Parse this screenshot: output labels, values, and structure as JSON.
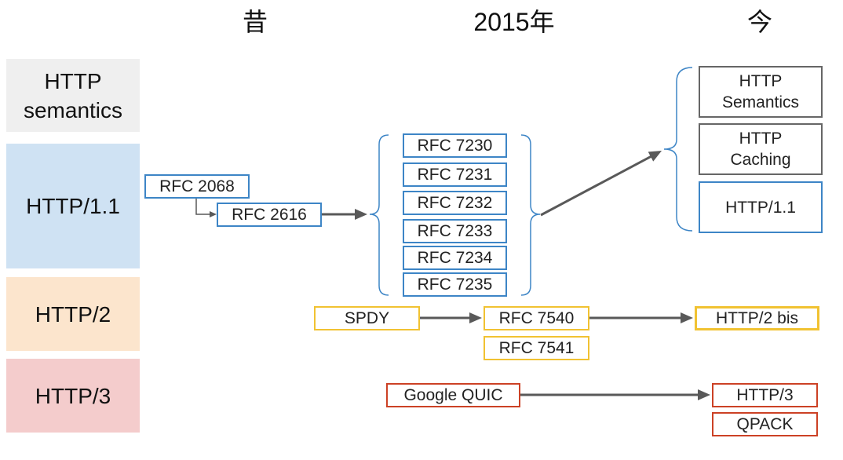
{
  "columns": {
    "past": "昔",
    "year": "2015年",
    "now": "今"
  },
  "rows": {
    "semantics": {
      "line1": "HTTP",
      "line2": "semantics"
    },
    "http11": "HTTP/1.1",
    "http2": "HTTP/2",
    "http3": "HTTP/3"
  },
  "http11": {
    "past": [
      "RFC 2068",
      "RFC 2616"
    ],
    "rfc_2015": [
      "RFC 7230",
      "RFC 7231",
      "RFC 7232",
      "RFC 7233",
      "RFC 7234",
      "RFC 7235"
    ],
    "now": {
      "semantics": {
        "line1": "HTTP",
        "line2": "Semantics"
      },
      "caching": {
        "line1": "HTTP",
        "line2": "Caching"
      },
      "core": "HTTP/1.1"
    }
  },
  "http2": {
    "origin": "SPDY",
    "rfc_2015": [
      "RFC 7540",
      "RFC 7541"
    ],
    "now": "HTTP/2 bis"
  },
  "http3": {
    "origin": "Google QUIC",
    "now": [
      "HTTP/3",
      "QPACK"
    ]
  },
  "colors": {
    "row-semantics": "#efefef",
    "row-http11": "#cfe2f3",
    "row-http2": "#fce5cd",
    "row-http3": "#f4cccc",
    "border-blue": "#3d85c6",
    "border-gray": "#666666",
    "border-yellow": "#f1c232",
    "border-red": "#cc4125",
    "arrow": "#595959",
    "brace": "#3d85c6"
  }
}
